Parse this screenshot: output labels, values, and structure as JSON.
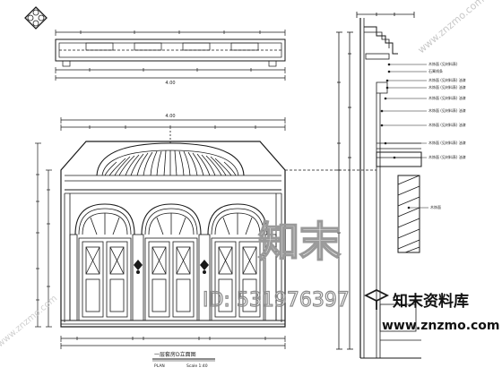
{
  "drawing": {
    "plan_total_label": "4.00",
    "elevation_total_label": "4.00",
    "elevation_title": "一层套房D立面图",
    "scale_label": "Scale 1:40",
    "title_sub_label": "PLAN",
    "dome_center_mark": "+",
    "door_count": 3,
    "callouts": [
      "木饰面 (见材料表)",
      "石膏线条",
      "木饰面 (见材料表) 油漆",
      "木饰面 (见材料表) 油漆",
      "木饰面 (见材料表) 油漆",
      "木饰面 (见材料表) 油漆",
      "木饰面 (见材料表) 油漆",
      "木饰面 (见材料表) 油漆",
      "木饰面 (见材料表) 油漆",
      "木饰面"
    ]
  },
  "watermark": {
    "brand_cn": "知末",
    "id_text": "ID: 531976397",
    "site_cn": "知末资料库",
    "url": "www.znzmo.com",
    "diag_text_1": "www.znzmo.com",
    "diag_text_2": "www.znzmo.com"
  },
  "colors": {
    "ink": "#1a1a1a",
    "paper": "#ffffff",
    "watermark": "#b8b8b8",
    "accent": "#2a2a2a"
  }
}
